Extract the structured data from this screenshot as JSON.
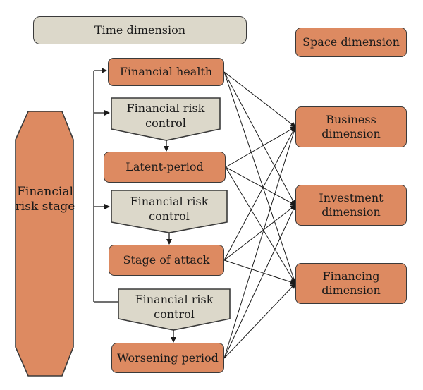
{
  "time_dimension": "Time dimension",
  "space_dimension": "Space dimension",
  "stage_label": "Financial\nrisk stage",
  "stages": [
    "Financial health",
    "Latent-period",
    "Stage of attack",
    "Worsening period"
  ],
  "controls": [
    "Financial risk\ncontrol",
    "Financial risk\ncontrol",
    "Financial risk\ncontrol"
  ],
  "dimensions": [
    "Business\ndimension",
    "Investment\ndimension",
    "Financing\ndimension"
  ],
  "colors": {
    "orange": "#dd8a61",
    "grey": "#dcd8ca",
    "line": "#1a1a1a"
  }
}
